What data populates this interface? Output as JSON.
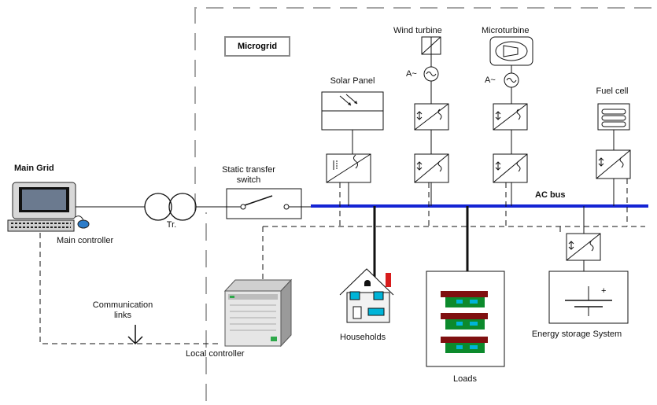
{
  "microgrid_label": "Microgrid",
  "main_grid_label": "Main Grid",
  "main_controller_label": "Main controller",
  "transformer_label": "Tr.",
  "transfer_switch_label": "Static transfer switch",
  "communication_label": "Communication links",
  "local_controller_label": "Local controller",
  "solar_label": "Solar Panel",
  "wind_label": "Wind turbine",
  "microturbine_label": "Microturbine",
  "fuel_cell_label": "Fuel cell",
  "ac_bus_label": "AC bus",
  "household_label": "Households",
  "load_label": "Loads",
  "storage_label": "Energy storage System",
  "source_symbol": "A~",
  "colors": {
    "bus": "#1424d4",
    "boundary": "#a6a6a6",
    "line": "#111111"
  }
}
